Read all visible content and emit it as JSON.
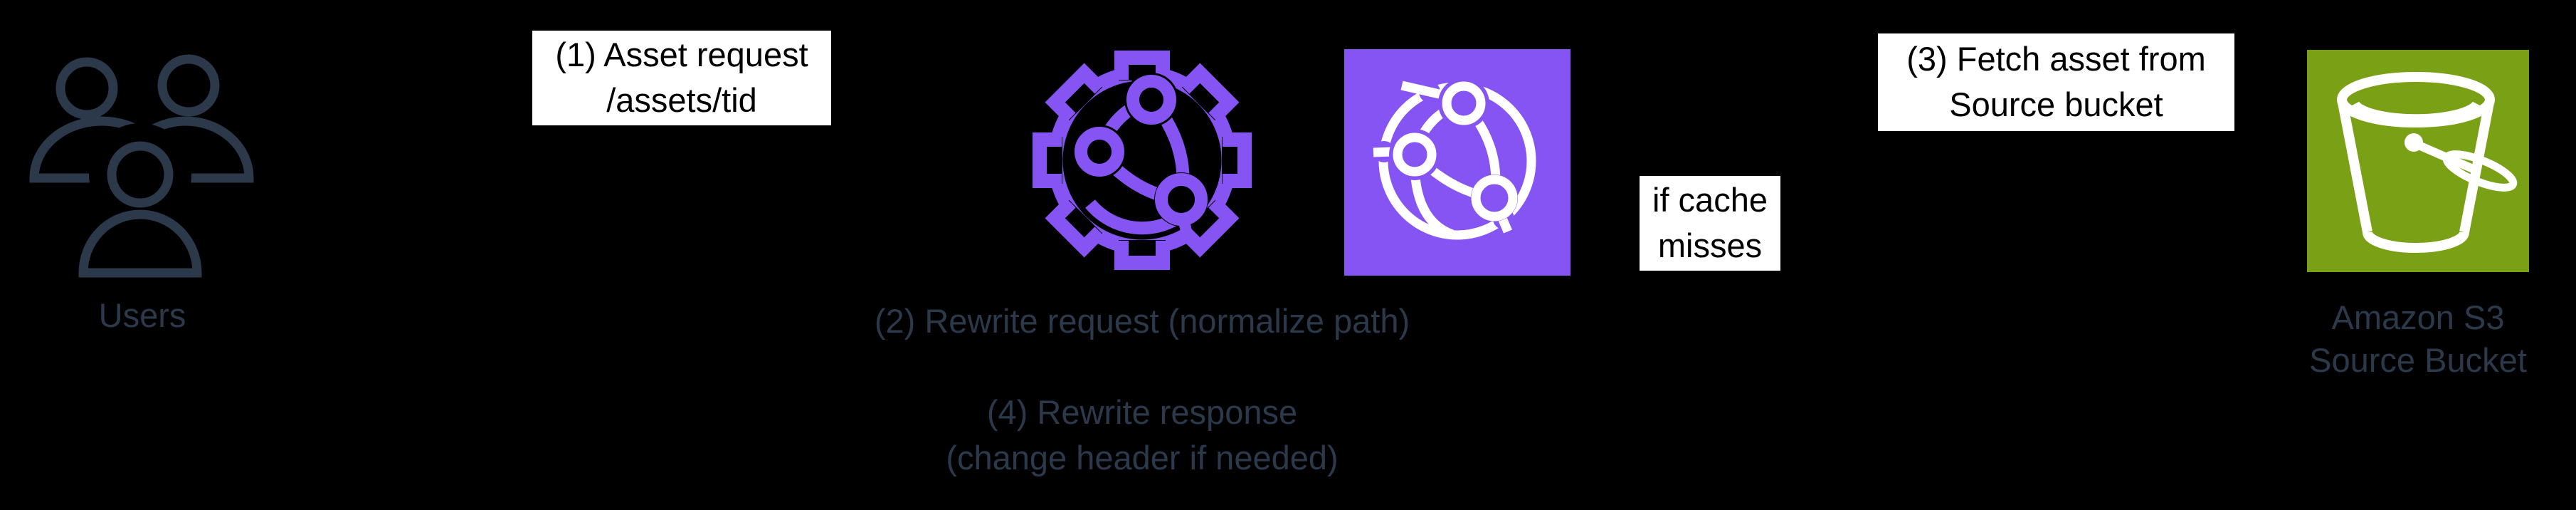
{
  "colors": {
    "background": "#000000",
    "dark": "#2B394B",
    "purple": "#8654F2",
    "green": "#7AA116",
    "label_bg": "#FFFFFF",
    "label_text": "#000000"
  },
  "nodes": {
    "users": {
      "label": "Users",
      "icon": "users-icon"
    },
    "cloudfront_functions": {
      "icon": "cloudfront-functions-gear-icon"
    },
    "cloudfront": {
      "icon": "cloudfront-globe-icon"
    },
    "s3": {
      "label_line1": "Amazon S3",
      "label_line2": "Source Bucket",
      "icon": "s3-bucket-icon"
    }
  },
  "annotations": {
    "step1": {
      "line1": "(1) Asset request",
      "line2": "/assets/tid"
    },
    "step2": {
      "text": "(2) Rewrite request (normalize path)"
    },
    "step3": {
      "line1": "(3) Fetch asset from",
      "line2": "Source bucket"
    },
    "step4": {
      "line1": "(4) Rewrite response",
      "line2": "(change header if needed)"
    },
    "cache_condition": {
      "line1": "if cache",
      "line2": "misses"
    }
  }
}
